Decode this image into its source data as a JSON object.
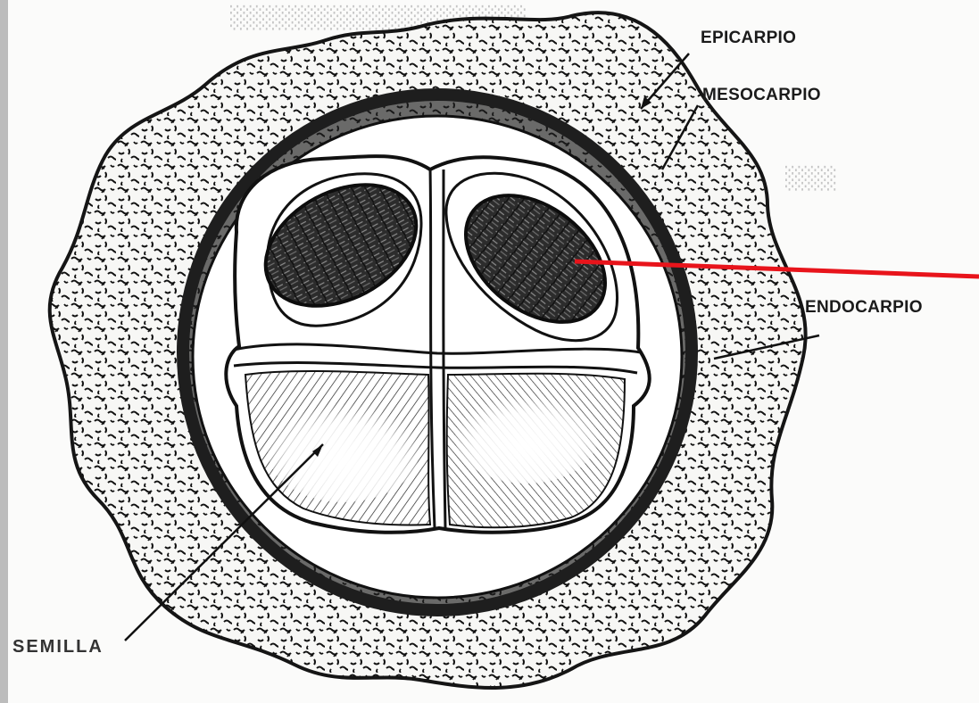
{
  "labels": {
    "epicarpio": "EPICARPIO",
    "mesocarpio": "MESOCARPIO",
    "endocarpio_prefix": "ENDO",
    "endocarpio_suffix": "CARPIO",
    "semilla": "SEMILLA"
  },
  "colors": {
    "highlight_line": "#e8141b",
    "ink": "#1a1a1a",
    "paper": "#fbfbfa"
  }
}
